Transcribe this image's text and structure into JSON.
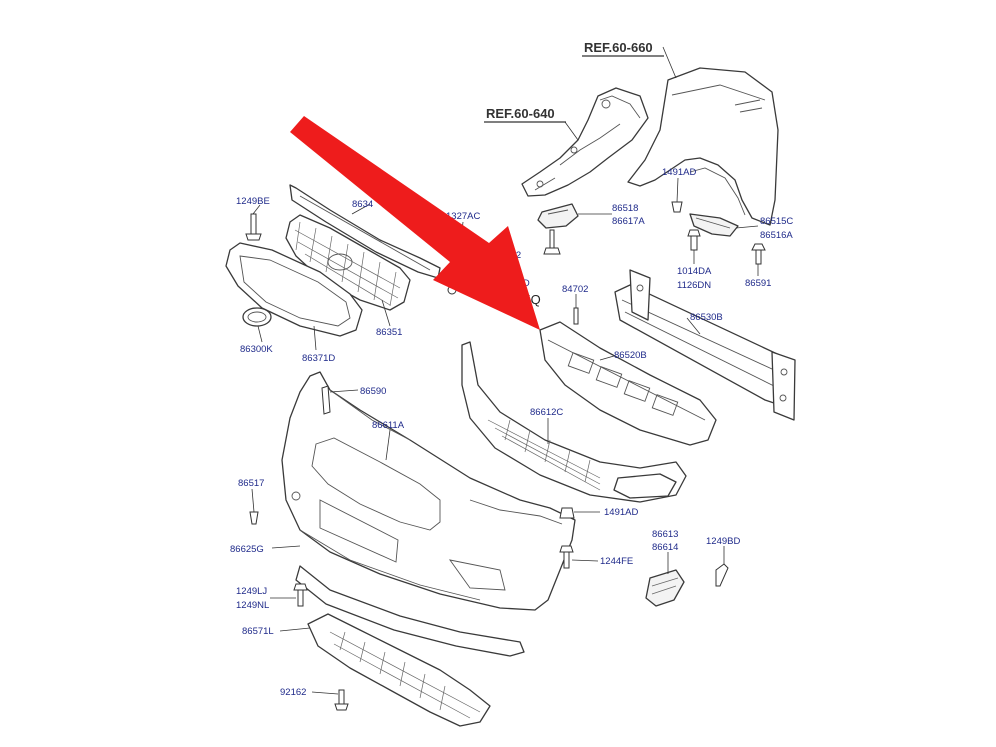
{
  "ref_labels": {
    "fender": "REF.60-660",
    "bracket": "REF.60-640"
  },
  "part_labels": {
    "p1249BE": "1249BE",
    "p8634": "8634",
    "p1327AC": "1327AC",
    "p2162": "2162",
    "p25AD": "25AD",
    "pKQ": "KQ",
    "p84702": "84702",
    "p86518": "86518",
    "p86617A": "86617A",
    "p1491AD_top": "1491AD",
    "p86515C": "86515C",
    "p86516A": "86516A",
    "p1014DA": "1014DA",
    "p1126DN": "1126DN",
    "p86591": "86591",
    "p86530B": "86530B",
    "p86520B": "86520B",
    "p86351": "86351",
    "p86300K": "86300K",
    "p86371D": "86371D",
    "p86590": "86590",
    "p86611A": "86611A",
    "p86612C": "86612C",
    "p86517": "86517",
    "p1491AD_mid": "1491AD",
    "p86613": "86613",
    "p86614": "86614",
    "p1249BD": "1249BD",
    "p1244FE": "1244FE",
    "p86625G": "86625G",
    "p1249LJ": "1249LJ",
    "p1249NL": "1249NL",
    "p86571L": "86571L",
    "p92162": "92162"
  },
  "colors": {
    "label_text": "#1f2a8a",
    "arrow": "#ee1c1c",
    "line_art": "#3a3a3a"
  }
}
